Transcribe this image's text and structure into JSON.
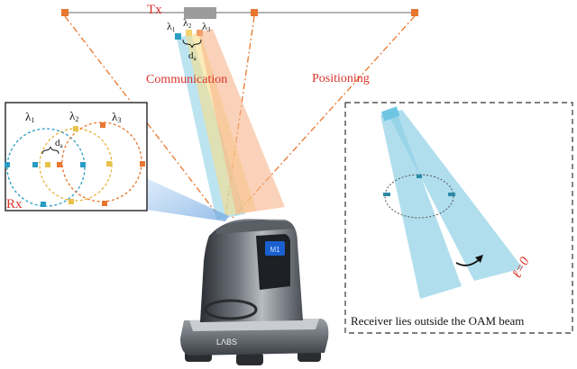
{
  "tx": {
    "label": "Tx"
  },
  "lambdas": {
    "l1": "λ",
    "s1": "1",
    "l2": "λ",
    "s2": "2",
    "l3": "λ",
    "s3": "3"
  },
  "spacing": {
    "d": "d",
    "sub": "a"
  },
  "links": {
    "communication": "Communication",
    "positioning": "Positioning"
  },
  "rx": {
    "label": "Rx"
  },
  "inset": {
    "caption": "Receiver lies outside the OAM beam",
    "mode": "ℓ=0"
  },
  "robot": {
    "brand": "LΛBS",
    "screen": "M1"
  },
  "colors": {
    "accent_red": "#d9342b",
    "beam_blue": "#8fd0e6",
    "beam_yellow": "#f6dd8a",
    "beam_orange": "#f6b48a",
    "marker_orange": "#e8772e",
    "dot_blue": "#2a9cc4",
    "dot_orange": "#e8772e"
  }
}
